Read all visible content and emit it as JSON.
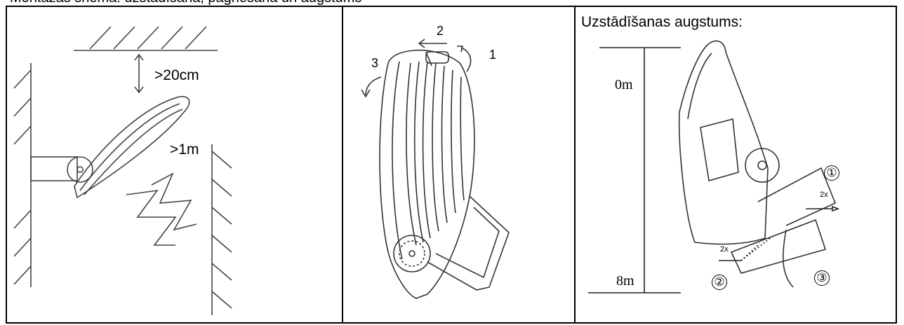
{
  "header": {
    "fragment": "Montāžas shēma: uzstādīšana, pagriešana un augstums"
  },
  "panel1": {
    "ceiling_gap": ">20cm",
    "wall_gap": ">1m"
  },
  "panel2": {
    "step_1": "1",
    "step_2": "2",
    "step_3": "3"
  },
  "panel3": {
    "title": "Uzstādīšanas augstums:",
    "height_min": "0m",
    "height_max": "8m",
    "screw_count_top": "2x",
    "screw_count_bottom": "2x",
    "step_1": "①",
    "step_2": "②",
    "step_3": "③"
  }
}
